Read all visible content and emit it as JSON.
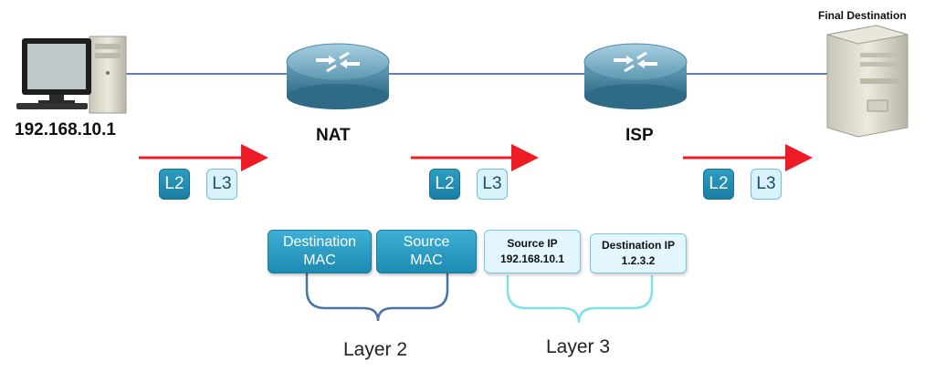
{
  "nodes": {
    "source_ip": "192.168.10.1",
    "nat": "NAT",
    "isp": "ISP",
    "final": "Final Destination"
  },
  "tags": {
    "l2": "L2",
    "l3": "L3"
  },
  "layer2": {
    "label": "Layer 2",
    "dest": {
      "line1": "Destination",
      "line2": "MAC"
    },
    "src": {
      "line1": "Source",
      "line2": "MAC"
    }
  },
  "layer3": {
    "label": "Layer 3",
    "src": {
      "line1": "Source IP",
      "line2": "192.168.10.1"
    },
    "dest": {
      "line1": "Destination IP",
      "line2": "1.2.3.2"
    }
  },
  "colors": {
    "link_line": "#5b7fb0",
    "arrow": "#ee1c25",
    "layer2_bracket": "#4a73a8",
    "layer3_bracket": "#7fe0ea"
  }
}
